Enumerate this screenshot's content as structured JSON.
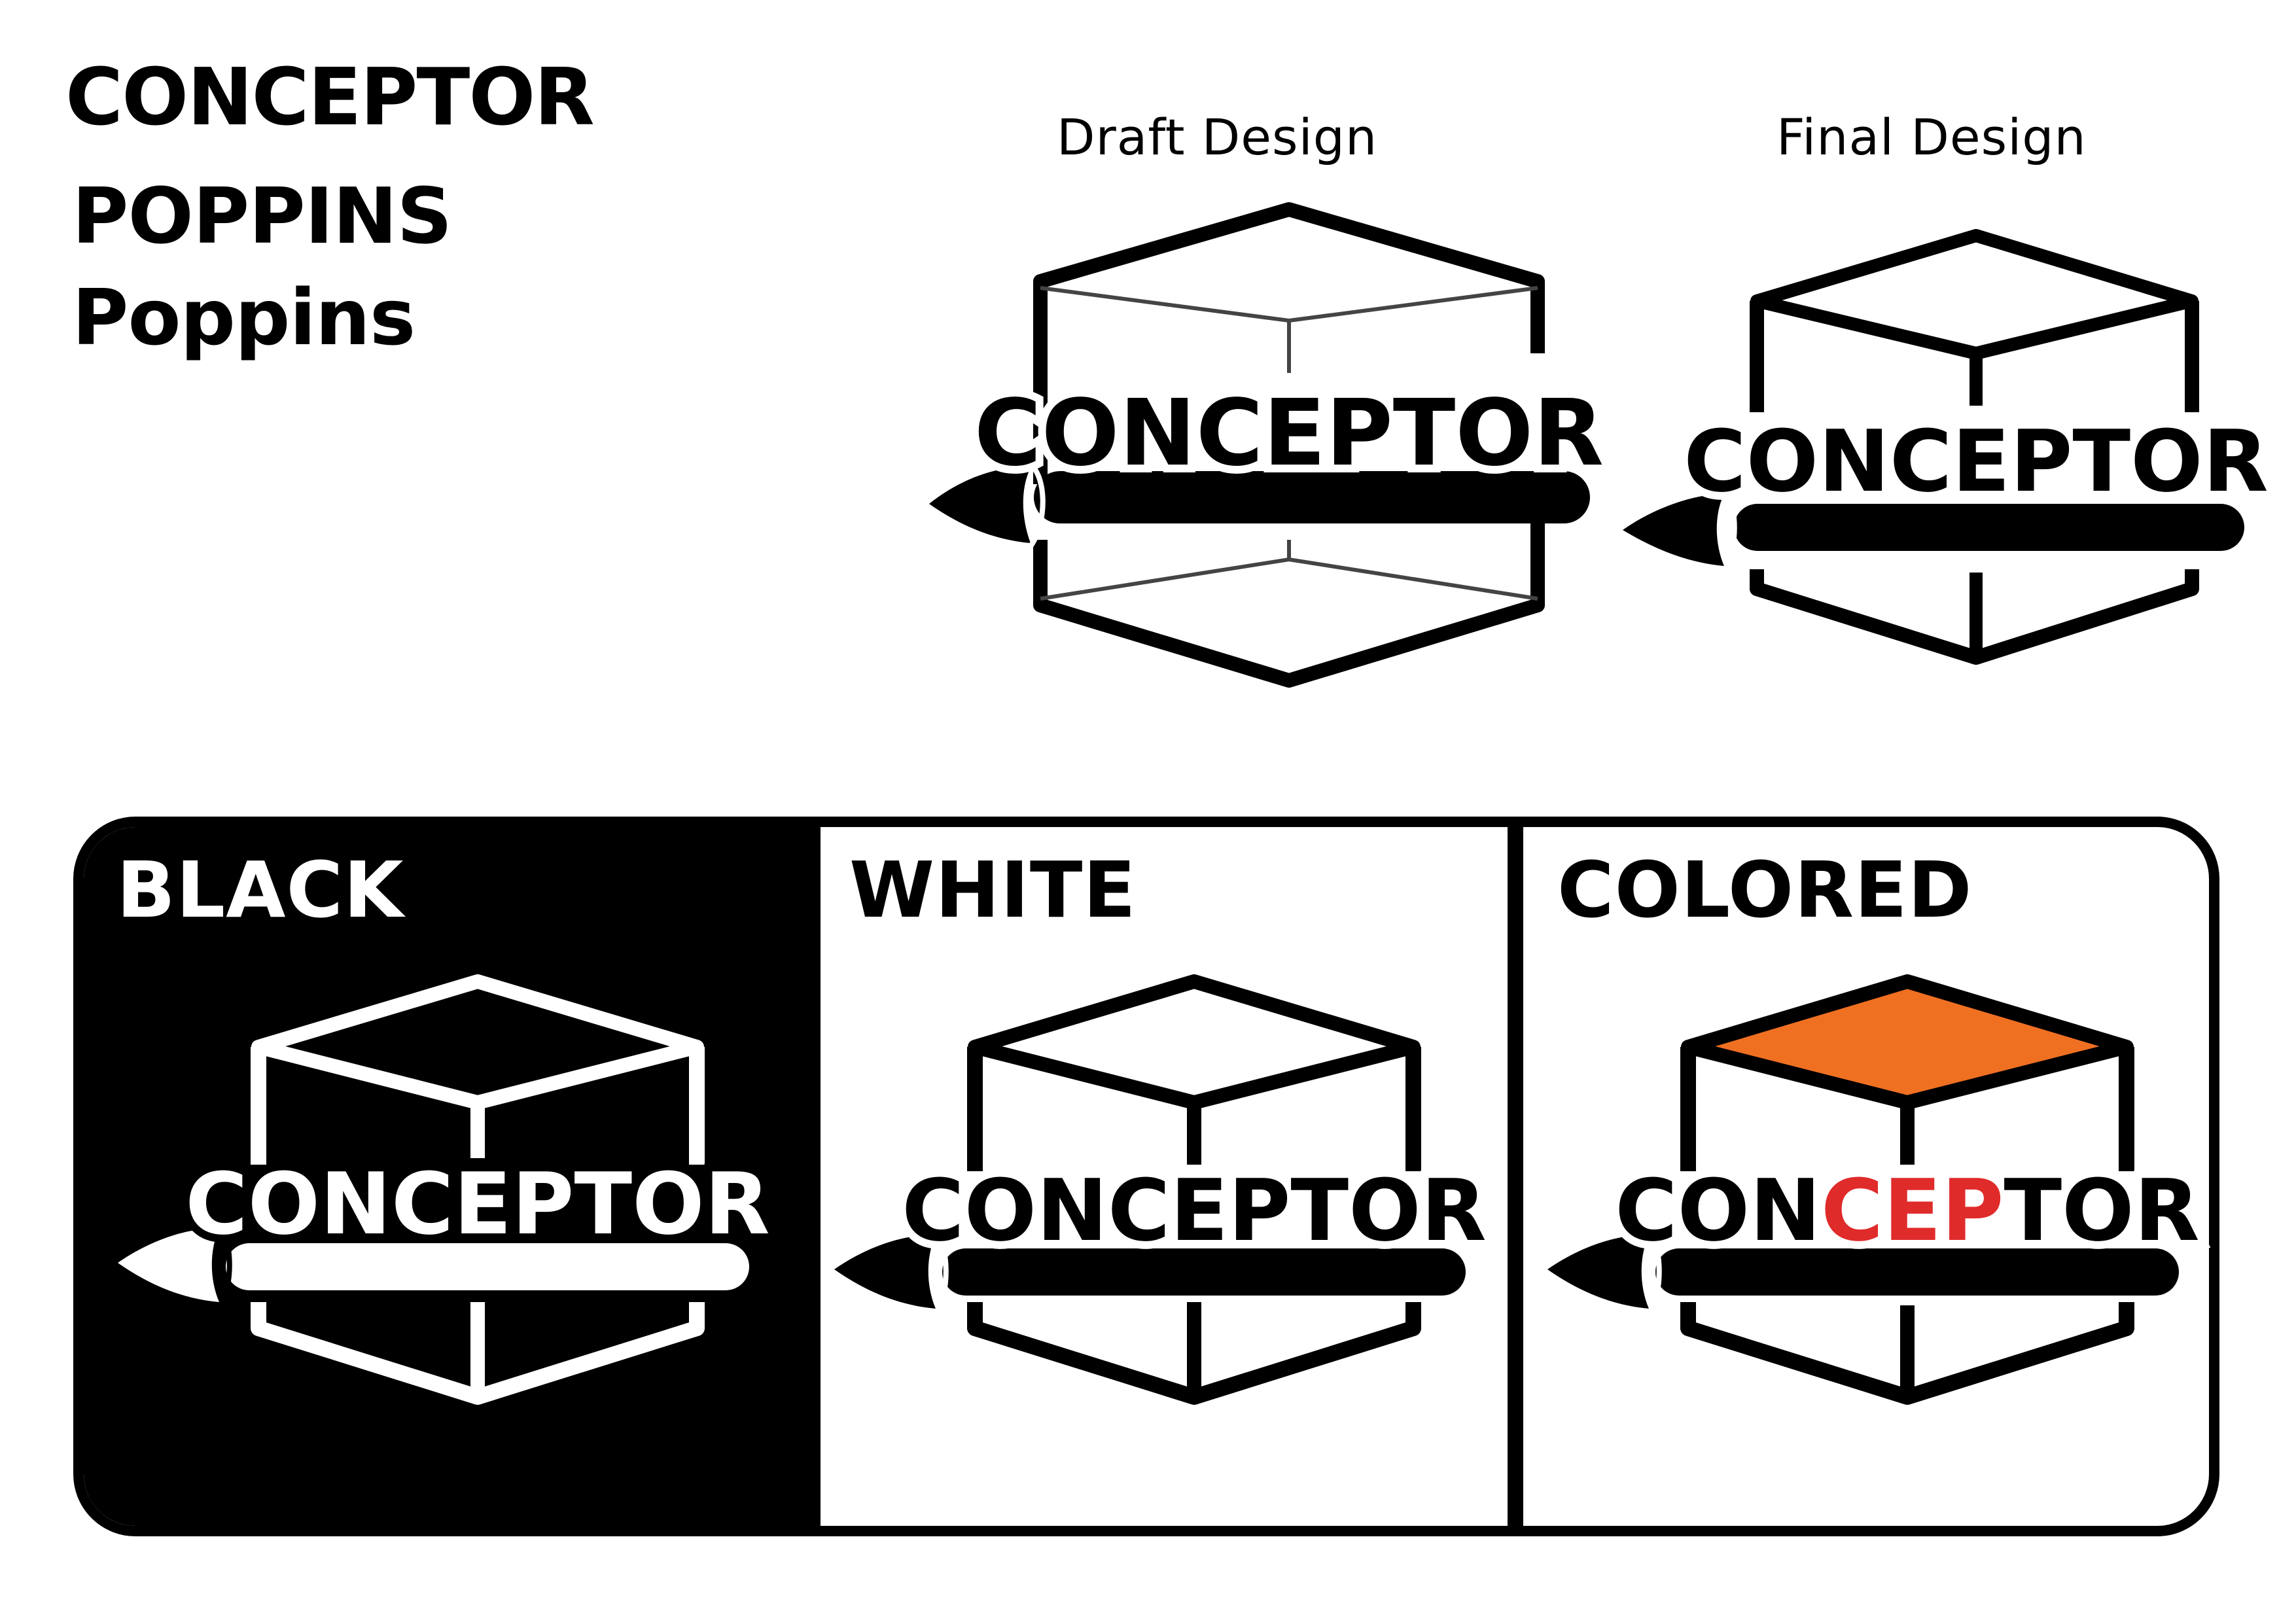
{
  "font_samples": {
    "line1": "CONCEPTOR",
    "line2": "POPPINS",
    "line3": "Poppins"
  },
  "captions": {
    "draft": "Draft Design",
    "final": "Final Design"
  },
  "logo": {
    "wordmark_parts": [
      "CON",
      "CEP",
      "TOR"
    ]
  },
  "panels": [
    {
      "title": "BLACK",
      "background": "#000000",
      "foreground": "#ffffff"
    },
    {
      "title": "WHITE",
      "background": "#ffffff",
      "foreground": "#000000"
    },
    {
      "title": "COLORED",
      "background": "#ffffff",
      "foreground": "#000000"
    }
  ],
  "colors": {
    "black": "#000000",
    "white": "#ffffff",
    "orange": "#f07022",
    "red": "#e02b2b",
    "draft_thin_line": "#444444"
  }
}
